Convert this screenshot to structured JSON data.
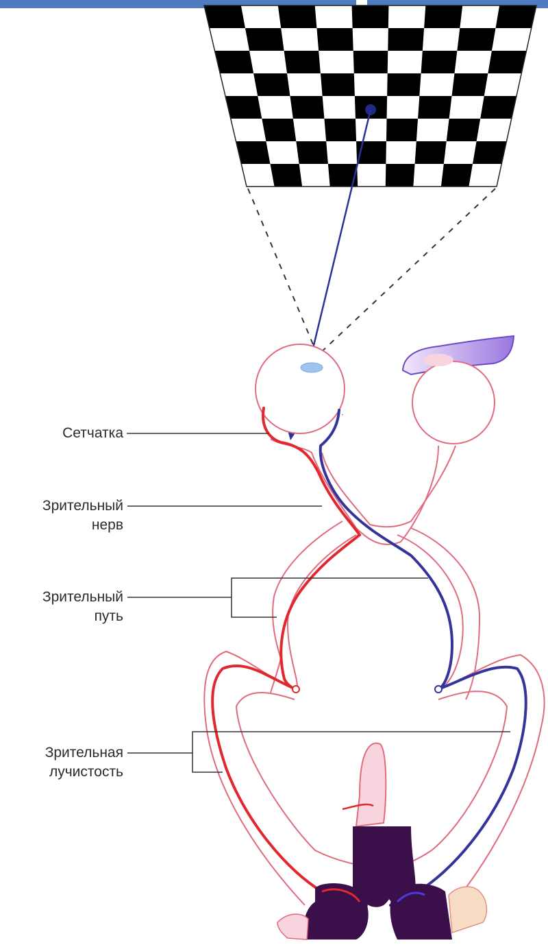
{
  "labels": {
    "retina": "Сетчатка",
    "optic_nerve_1": "Зрительный",
    "optic_nerve_2": "нерв",
    "optic_tract_1": "Зрительный",
    "optic_tract_2": "путь",
    "optic_radiation_1": "Зрительная",
    "optic_radiation_2": "лучистость"
  },
  "colors": {
    "header_bar": "#4f7cc0",
    "outline": "#e06a7e",
    "left_pathway": "#e0282f",
    "right_pathway": "#34339a",
    "cortex": "#3a0f4a",
    "cortex_highlight": "#6b1a8a",
    "lens": "#9fc3ef",
    "pink_fill": "#f7d4de",
    "lilac_fill": "#c8a9f0",
    "leader": "#333333"
  },
  "icons": {
    "stimulus": "checkerboard-pattern"
  }
}
